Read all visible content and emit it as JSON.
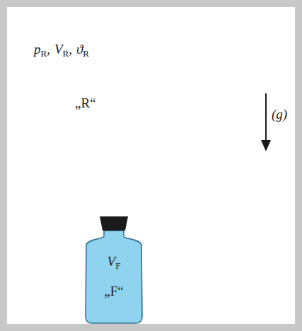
{
  "diagram": {
    "nodes": [
      {
        "text": [
          "V",
          "F",
          "„F“"
        ]
      }
    ],
    "labels": [
      "p",
      "R",
      ",",
      "V",
      "R",
      ",",
      "ϑ",
      "R",
      "„R“",
      "(g)"
    ]
  }
}
